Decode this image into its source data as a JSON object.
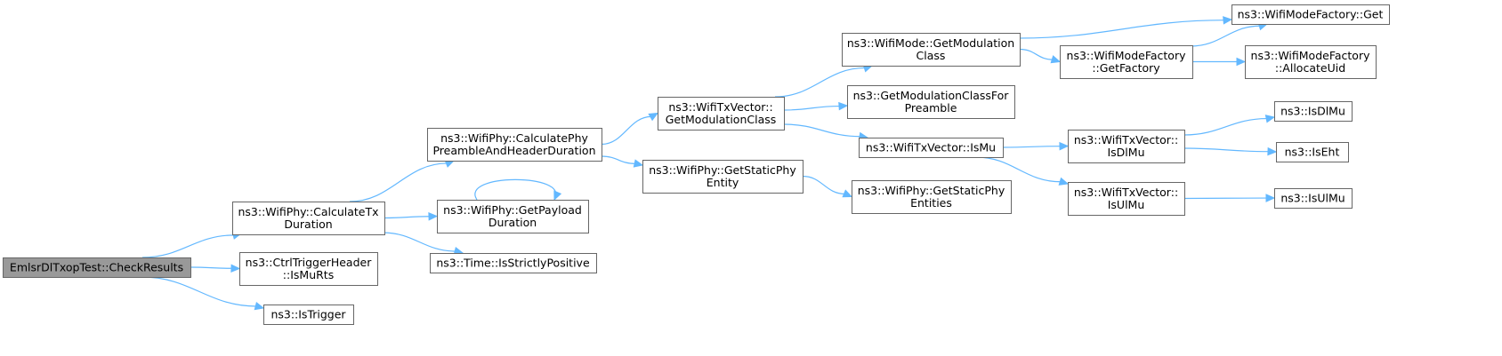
{
  "graph": {
    "nodes": [
      {
        "id": "root",
        "lines": [
          "EmlsrDlTxopTest::CheckResults"
        ],
        "root": true
      },
      {
        "id": "calcTx",
        "lines": [
          "ns3::WifiPhy::CalculateTx",
          "Duration"
        ]
      },
      {
        "id": "isMuRts",
        "lines": [
          "ns3::CtrlTriggerHeader",
          "::IsMuRts"
        ]
      },
      {
        "id": "isTrigger",
        "lines": [
          "ns3::IsTrigger"
        ]
      },
      {
        "id": "calcPhyPre",
        "lines": [
          "ns3::WifiPhy::CalculatePhy",
          "PreambleAndHeaderDuration"
        ]
      },
      {
        "id": "getPayload",
        "lines": [
          "ns3::WifiPhy::GetPayload",
          "Duration"
        ]
      },
      {
        "id": "strictlyPos",
        "lines": [
          "ns3::Time::IsStrictlyPositive"
        ]
      },
      {
        "id": "txvGetMod",
        "lines": [
          "ns3::WifiTxVector::",
          "GetModulationClass"
        ]
      },
      {
        "id": "getStaticPhy",
        "lines": [
          "ns3::WifiPhy::GetStaticPhy",
          "Entity"
        ]
      },
      {
        "id": "modeGetMod",
        "lines": [
          "ns3::WifiMode::GetModulation",
          "Class"
        ]
      },
      {
        "id": "getModPre",
        "lines": [
          "ns3::GetModulationClassFor",
          "Preamble"
        ]
      },
      {
        "id": "txvIsMu",
        "lines": [
          "ns3::WifiTxVector::IsMu"
        ]
      },
      {
        "id": "getStaticPhies",
        "lines": [
          "ns3::WifiPhy::GetStaticPhy",
          "Entities"
        ]
      },
      {
        "id": "factGetFactory",
        "lines": [
          "ns3::WifiModeFactory",
          "::GetFactory"
        ]
      },
      {
        "id": "txvIsDlMu",
        "lines": [
          "ns3::WifiTxVector::",
          "IsDlMu"
        ]
      },
      {
        "id": "txvIsUlMu",
        "lines": [
          "ns3::WifiTxVector::",
          "IsUlMu"
        ]
      },
      {
        "id": "factGet",
        "lines": [
          "ns3::WifiModeFactory::Get"
        ]
      },
      {
        "id": "allocUid",
        "lines": [
          "ns3::WifiModeFactory",
          "::AllocateUid"
        ]
      },
      {
        "id": "isDlMu",
        "lines": [
          "ns3::IsDlMu"
        ]
      },
      {
        "id": "isEht",
        "lines": [
          "ns3::IsEht"
        ]
      },
      {
        "id": "isUlMu",
        "lines": [
          "ns3::IsUlMu"
        ]
      }
    ],
    "edges": [
      {
        "from": "root",
        "to": "calcTx"
      },
      {
        "from": "root",
        "to": "isMuRts"
      },
      {
        "from": "root",
        "to": "isTrigger"
      },
      {
        "from": "calcTx",
        "to": "calcPhyPre"
      },
      {
        "from": "calcTx",
        "to": "getPayload"
      },
      {
        "from": "calcTx",
        "to": "strictlyPos"
      },
      {
        "from": "getPayload",
        "to": "getPayload"
      },
      {
        "from": "calcPhyPre",
        "to": "txvGetMod"
      },
      {
        "from": "calcPhyPre",
        "to": "getStaticPhy"
      },
      {
        "from": "txvGetMod",
        "to": "modeGetMod"
      },
      {
        "from": "txvGetMod",
        "to": "getModPre"
      },
      {
        "from": "txvGetMod",
        "to": "txvIsMu"
      },
      {
        "from": "getStaticPhy",
        "to": "getStaticPhies"
      },
      {
        "from": "modeGetMod",
        "to": "factGet"
      },
      {
        "from": "modeGetMod",
        "to": "factGetFactory"
      },
      {
        "from": "factGetFactory",
        "to": "factGet"
      },
      {
        "from": "factGetFactory",
        "to": "allocUid"
      },
      {
        "from": "txvIsMu",
        "to": "txvIsDlMu"
      },
      {
        "from": "txvIsMu",
        "to": "txvIsUlMu"
      },
      {
        "from": "txvIsDlMu",
        "to": "isDlMu"
      },
      {
        "from": "txvIsDlMu",
        "to": "isEht"
      },
      {
        "from": "txvIsUlMu",
        "to": "isUlMu"
      }
    ],
    "colors": {
      "edge": "#63b8ff",
      "root_fill": "#999999",
      "border": "#666666"
    }
  }
}
